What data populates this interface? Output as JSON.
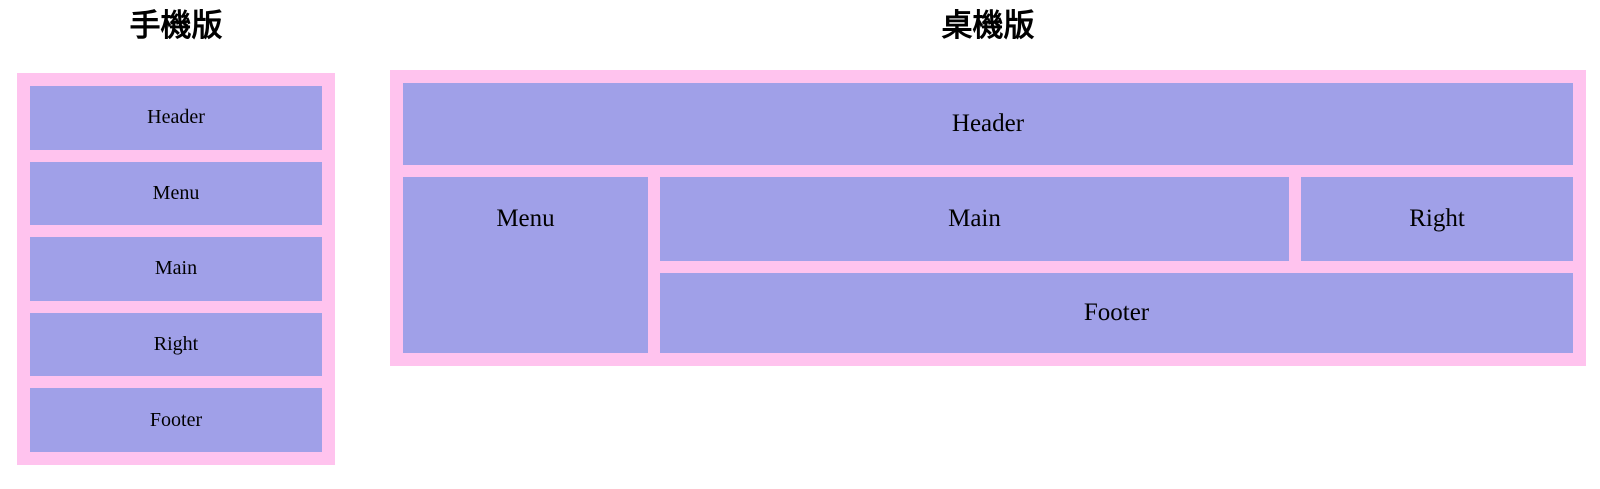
{
  "colors": {
    "background": "#ffffff",
    "container_pink": "#ffc3ee",
    "box_purple": "#a0a0e8",
    "label_text": "#000000"
  },
  "mobile": {
    "title": "手機版",
    "boxes": [
      {
        "id": "header",
        "label": "Header"
      },
      {
        "id": "menu",
        "label": "Menu"
      },
      {
        "id": "main",
        "label": "Main"
      },
      {
        "id": "right",
        "label": "Right"
      },
      {
        "id": "footer",
        "label": "Footer"
      }
    ]
  },
  "desktop": {
    "title": "桌機版",
    "areas": [
      {
        "id": "header",
        "label": "Header"
      },
      {
        "id": "menu",
        "label": "Menu"
      },
      {
        "id": "main",
        "label": "Main"
      },
      {
        "id": "right",
        "label": "Right"
      },
      {
        "id": "footer",
        "label": "Footer"
      }
    ]
  }
}
